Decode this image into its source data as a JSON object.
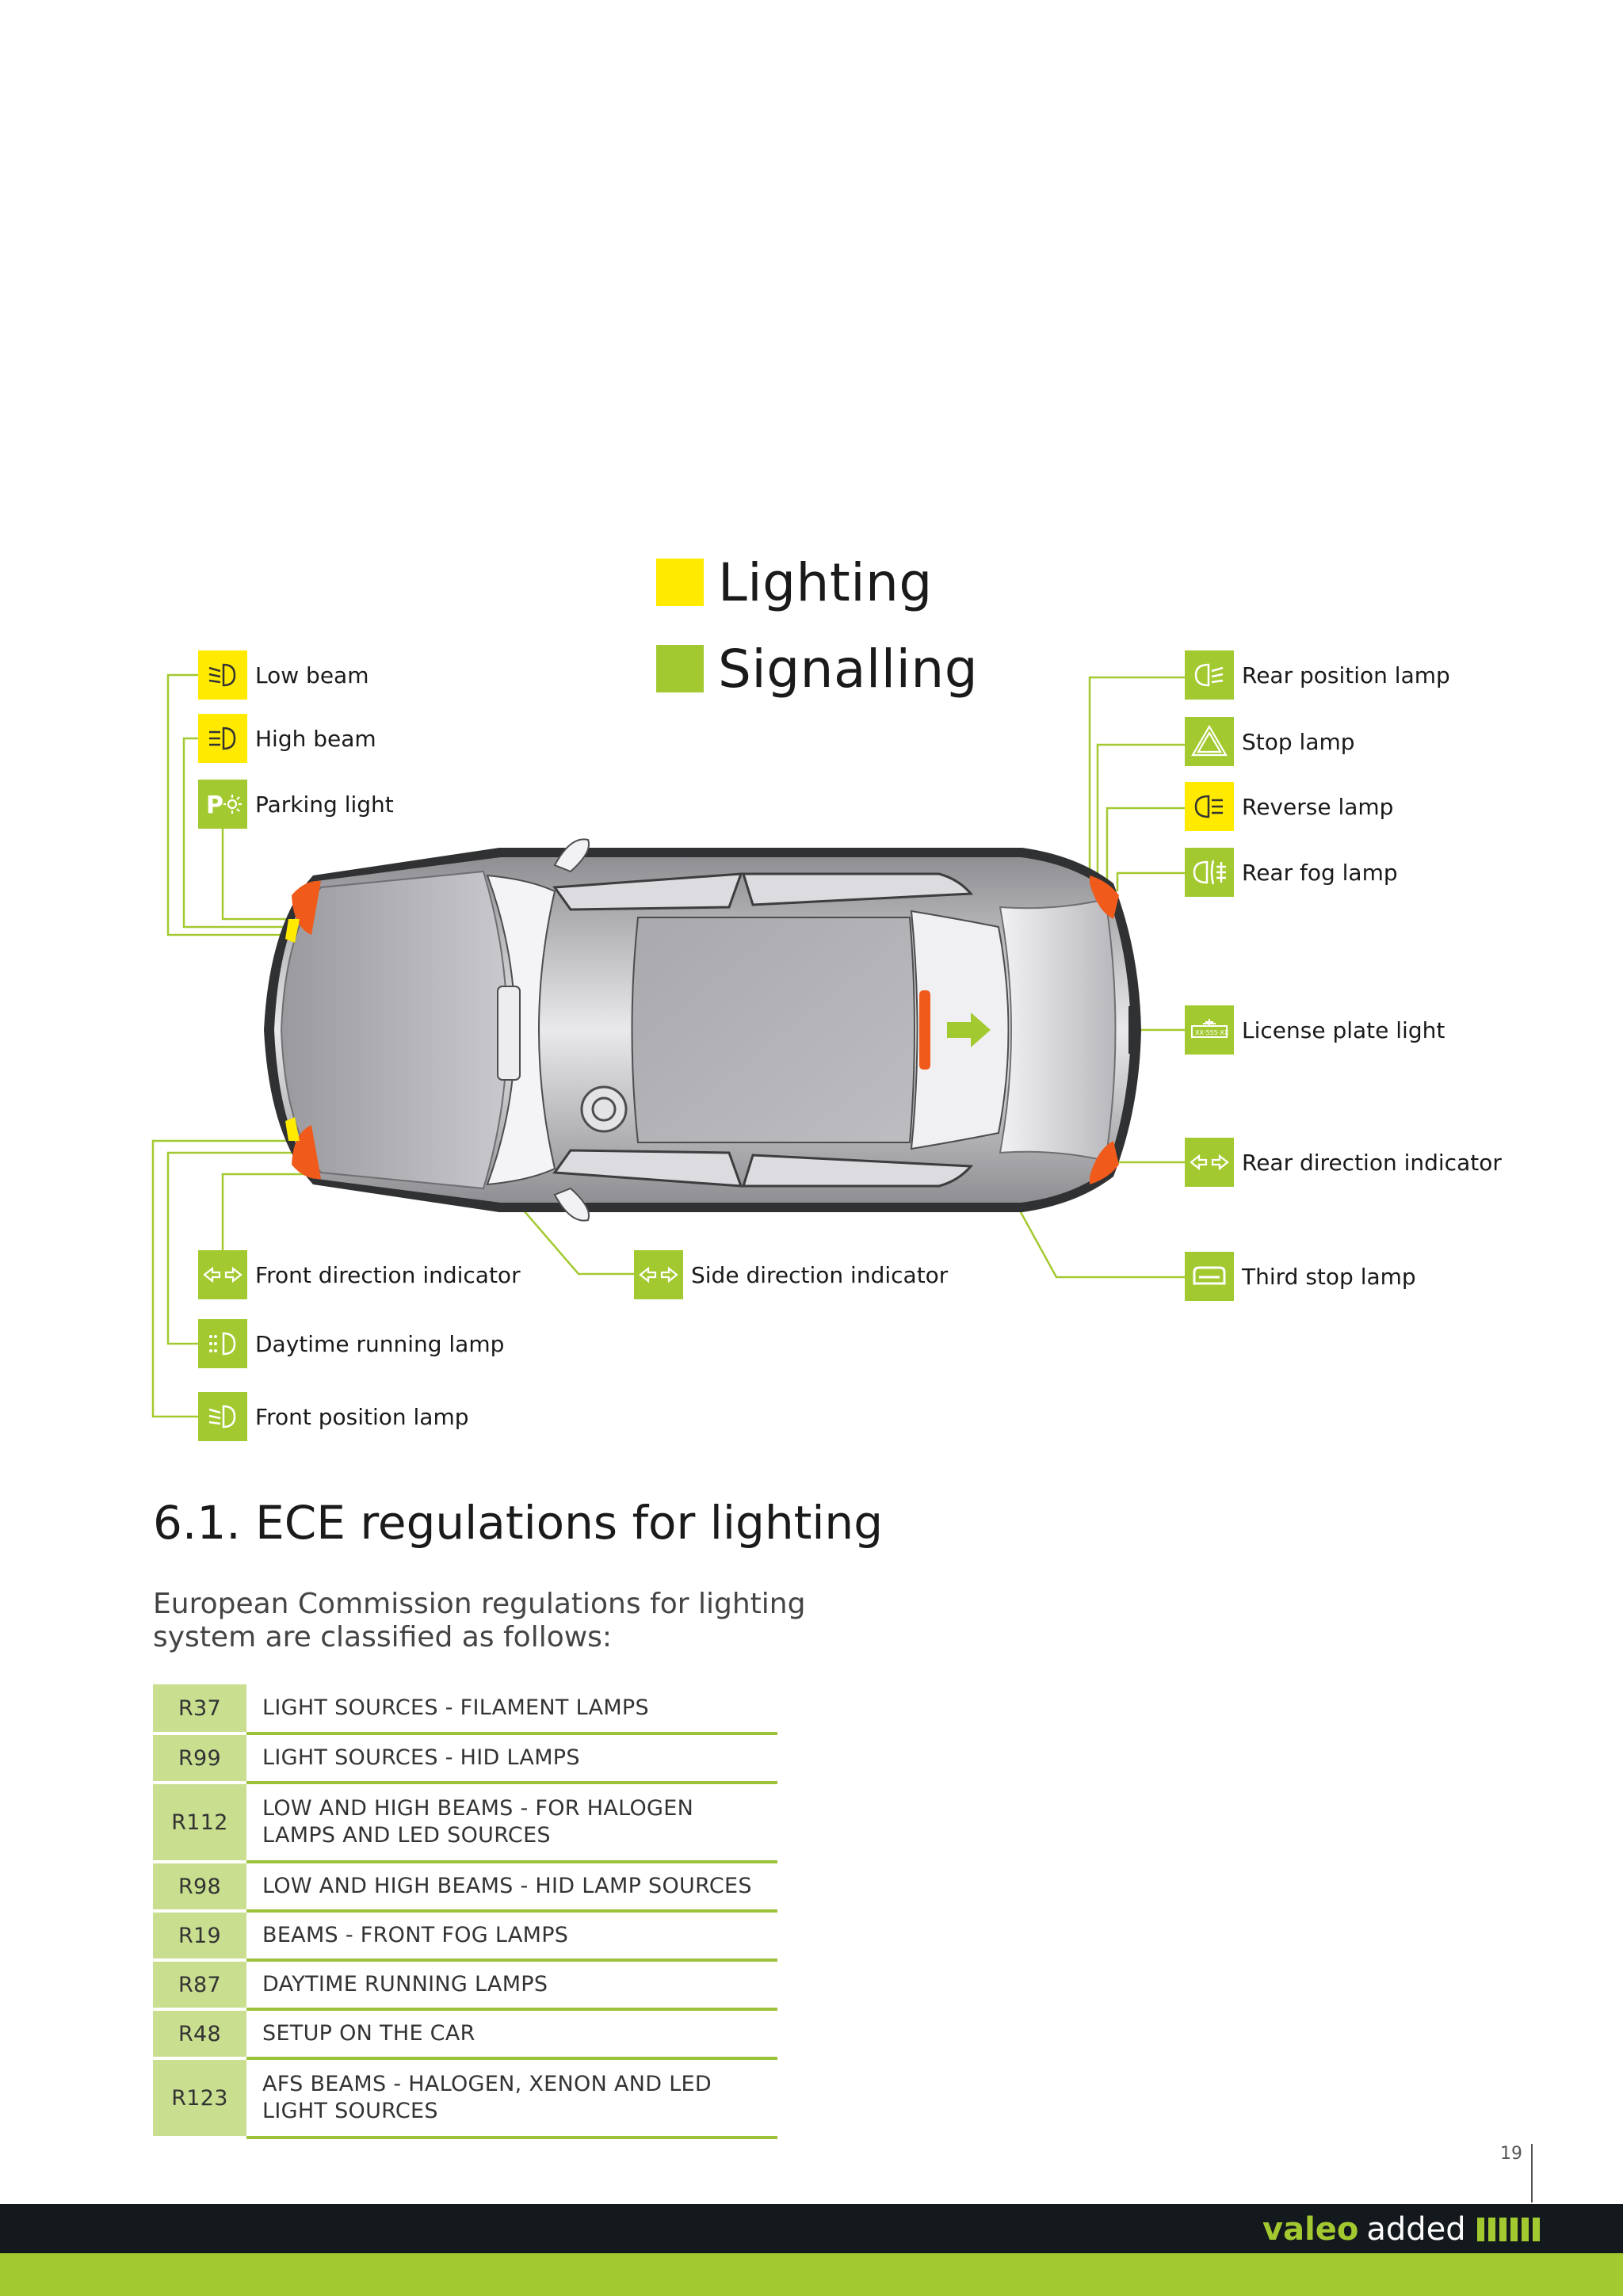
{
  "legend": [
    {
      "label": "Lighting",
      "color": "#ffea00"
    },
    {
      "label": "Signalling",
      "color": "#a3c930"
    }
  ],
  "left_labels": [
    {
      "label": "Low beam",
      "icon": "low-beam-icon",
      "category": "lighting"
    },
    {
      "label": "High beam",
      "icon": "high-beam-icon",
      "category": "lighting"
    },
    {
      "label": "Parking light",
      "icon": "parking-light-icon",
      "category": "signalling"
    },
    {
      "label": "Front direction indicator",
      "icon": "direction-indicator-icon",
      "category": "signalling"
    },
    {
      "label": "Daytime running lamp",
      "icon": "daytime-running-lamp-icon",
      "category": "signalling"
    },
    {
      "label": "Front position lamp",
      "icon": "position-lamp-icon",
      "category": "signalling"
    },
    {
      "label": "Side direction indicator",
      "icon": "direction-indicator-icon",
      "category": "signalling"
    }
  ],
  "right_labels": [
    {
      "label": "Rear position lamp",
      "icon": "rear-position-lamp-icon",
      "category": "signalling"
    },
    {
      "label": "Stop lamp",
      "icon": "stop-lamp-icon",
      "category": "signalling"
    },
    {
      "label": "Reverse lamp",
      "icon": "reverse-lamp-icon",
      "category": "lighting"
    },
    {
      "label": "Rear fog lamp",
      "icon": "rear-fog-lamp-icon",
      "category": "signalling"
    },
    {
      "label": "License plate light",
      "icon": "license-plate-icon",
      "category": "signalling"
    },
    {
      "label": "Rear direction indicator",
      "icon": "direction-indicator-icon",
      "category": "signalling"
    },
    {
      "label": "Third stop lamp",
      "icon": "third-stop-lamp-icon",
      "category": "signalling"
    }
  ],
  "section": {
    "title": "6.1. ECE regulations for lighting",
    "intro": "European Commission regulations for lighting system are classified as follows:"
  },
  "regulations": [
    {
      "code": "R37",
      "description": "LIGHT SOURCES - FILAMENT LAMPS"
    },
    {
      "code": "R99",
      "description": "LIGHT SOURCES - HID LAMPS"
    },
    {
      "code": "R112",
      "description": "LOW AND HIGH BEAMS - FOR HALOGEN LAMPS AND LED SOURCES"
    },
    {
      "code": "R98",
      "description": "LOW AND HIGH BEAMS - HID LAMP SOURCES"
    },
    {
      "code": "R19",
      "description": "BEAMS - FRONT FOG LAMPS"
    },
    {
      "code": "R87",
      "description": "DAYTIME RUNNING LAMPS"
    },
    {
      "code": "R48",
      "description": "SETUP ON THE CAR"
    },
    {
      "code": "R123",
      "description": "AFS BEAMS - HALOGEN, XENON AND LED LIGHT SOURCES"
    }
  ],
  "footer": {
    "page_number": "19",
    "brand_name": "valeo",
    "brand_tagline": "added"
  },
  "colors": {
    "lighting": "#ffea00",
    "signalling": "#a3c930",
    "footer_dark": "#13191c",
    "table_code_bg": "#c9df8f",
    "lamp_orange": "#f05a1a"
  }
}
